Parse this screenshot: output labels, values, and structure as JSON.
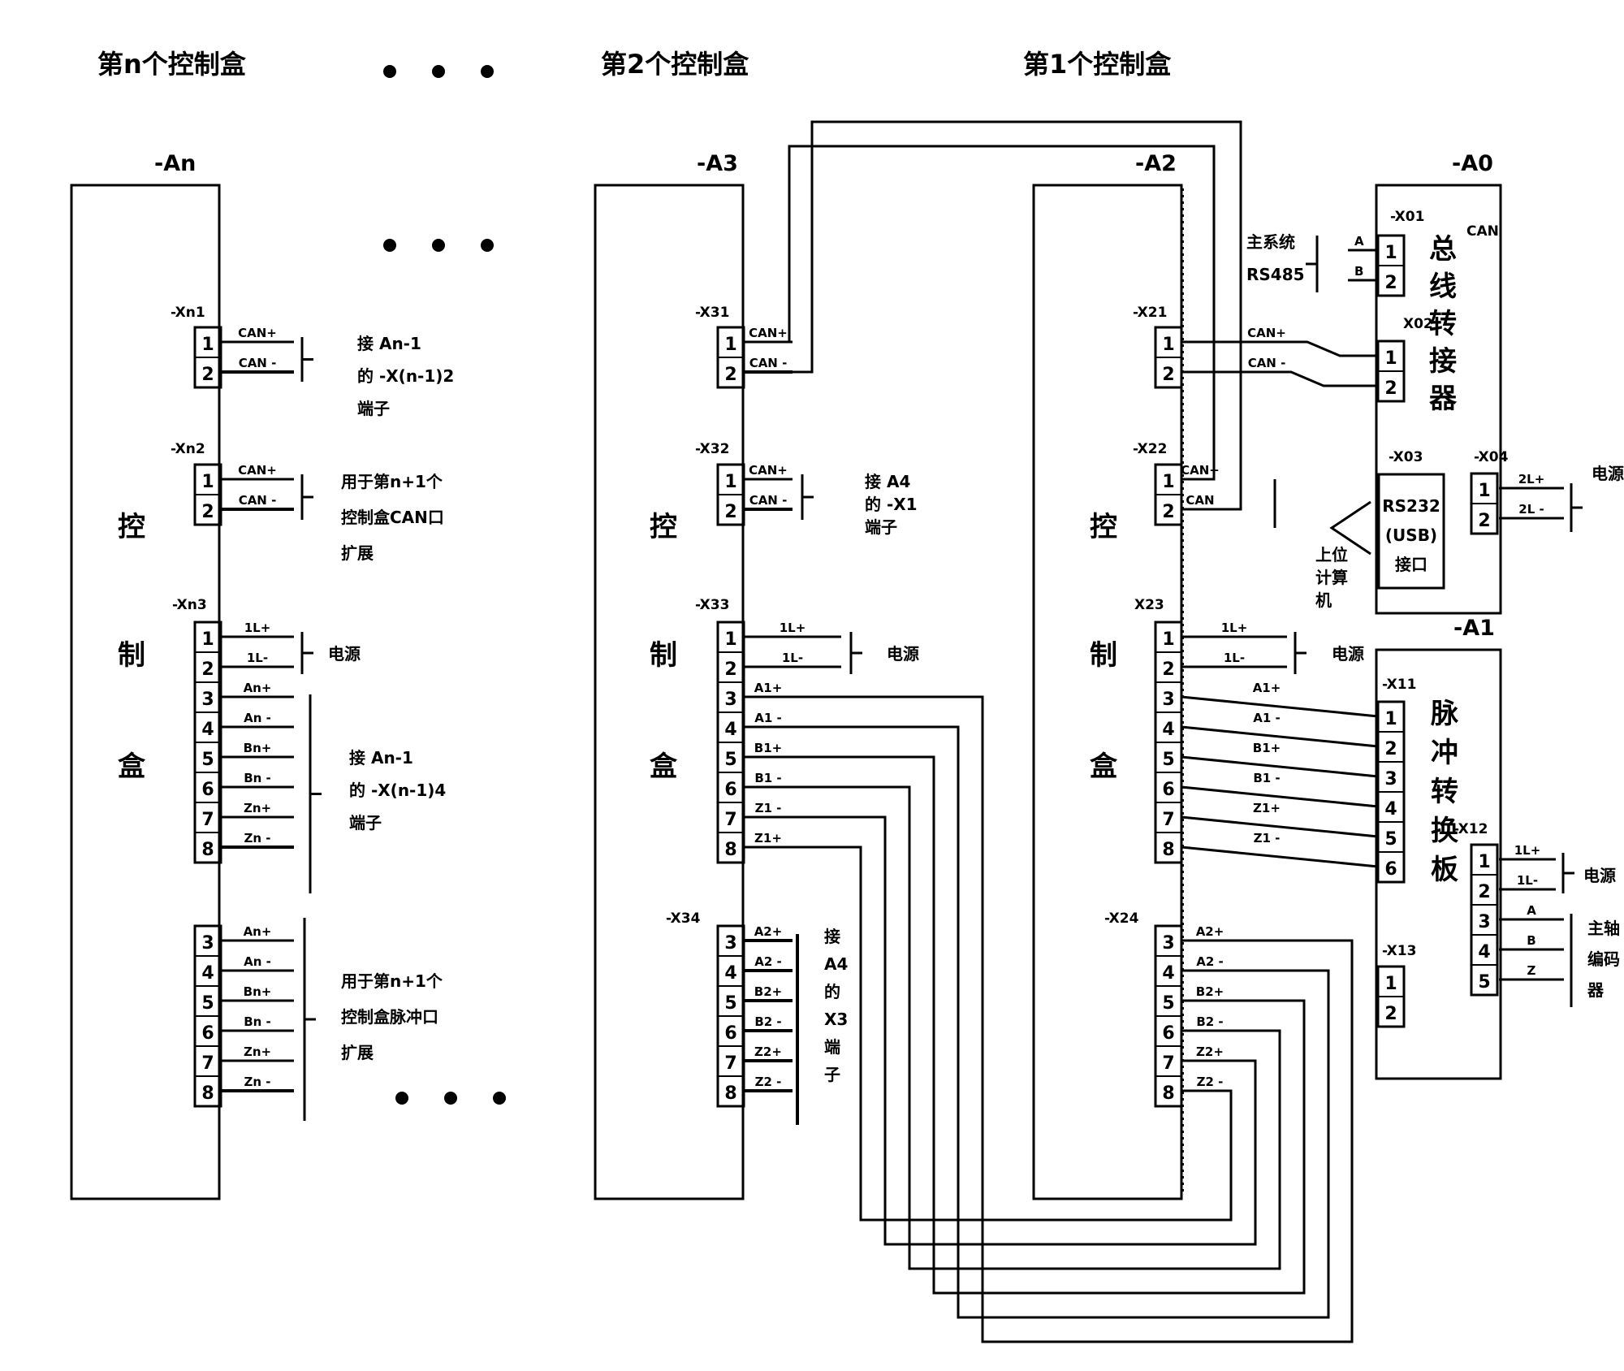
{
  "headings": {
    "box_n": "第n个控制盒",
    "box_2": "第2个控制盒",
    "box_1": "第1个控制盒",
    "ellipsis": "• • •"
  },
  "modules": {
    "An": "-An",
    "A3": "-A3",
    "A2": "-A2",
    "A0": "-A0",
    "A1": "-A1"
  },
  "control_box_chars": [
    "控",
    "制",
    "盒"
  ],
  "can_converter_chars": [
    "总",
    "线",
    "转",
    "接",
    "器"
  ],
  "pulse_board_chars": [
    "脉",
    "冲",
    "转",
    "换",
    "板"
  ],
  "connectors": {
    "Xn1": "-Xn1",
    "Xn2": "-Xn2",
    "Xn3": "-Xn3",
    "X31": "-X31",
    "X32": "-X32",
    "X33": "-X33",
    "X34": "-X34",
    "X21": "-X21",
    "X22": "-X22",
    "X23": "X23",
    "X24": "-X24",
    "X01": "-X01",
    "X02": "X02",
    "X03": "-X03",
    "X04": "-X04",
    "X11": "-X11",
    "X12": "-X12",
    "X13": "-X13"
  },
  "signals": {
    "can_p": "CAN+",
    "can_m": "CAN -",
    "l1p": "1L+",
    "l1m": "1L-",
    "l2p": "2L+",
    "l2m": "2L -",
    "a1p": "A1+",
    "a1m": "A1 -",
    "b1p": "B1+",
    "b1m": "B1 -",
    "z1p": "Z1+",
    "z1m": "Z1 -",
    "a2p": "A2+",
    "a2m": "A2 -",
    "b2p": "B2+",
    "b2m": "B2 -",
    "z2p": "Z2+",
    "z2m": "Z2 -",
    "anp": "An+",
    "anm": "An -",
    "bnp": "Bn+",
    "bnm": "Bn -",
    "znp": "Zn+",
    "znm": "Zn -",
    "a": "A",
    "b": "B",
    "z": "Z",
    "can": "CAN"
  },
  "notes": {
    "n_can_to_prev": [
      "接 An-1",
      "的 -X(n-1)2",
      "端子"
    ],
    "n_can_expand": [
      "用于第n+1个",
      "控制盒CAN口",
      "扩展"
    ],
    "power": "电源",
    "n_pulse_to_prev": [
      "接 An-1",
      "的 -X(n-1)4",
      "端子"
    ],
    "n_pulse_expand": [
      "用于第n+1个",
      "控制盒脉冲口",
      "扩展"
    ],
    "a3_can_to_a4": [
      "接 A4",
      "的 -X1",
      "端子"
    ],
    "a3_pulse_to_a4": [
      "接",
      "A4",
      "的",
      "X3",
      "端",
      "子"
    ],
    "host_bus": [
      "主系统",
      "RS485"
    ],
    "pc_port": [
      "上位",
      "计算",
      "机"
    ],
    "rs232": [
      "RS232",
      "(USB)",
      "接口"
    ],
    "can_label": "CAN",
    "spindle_encoder": [
      "主轴",
      "编码",
      "器"
    ]
  }
}
